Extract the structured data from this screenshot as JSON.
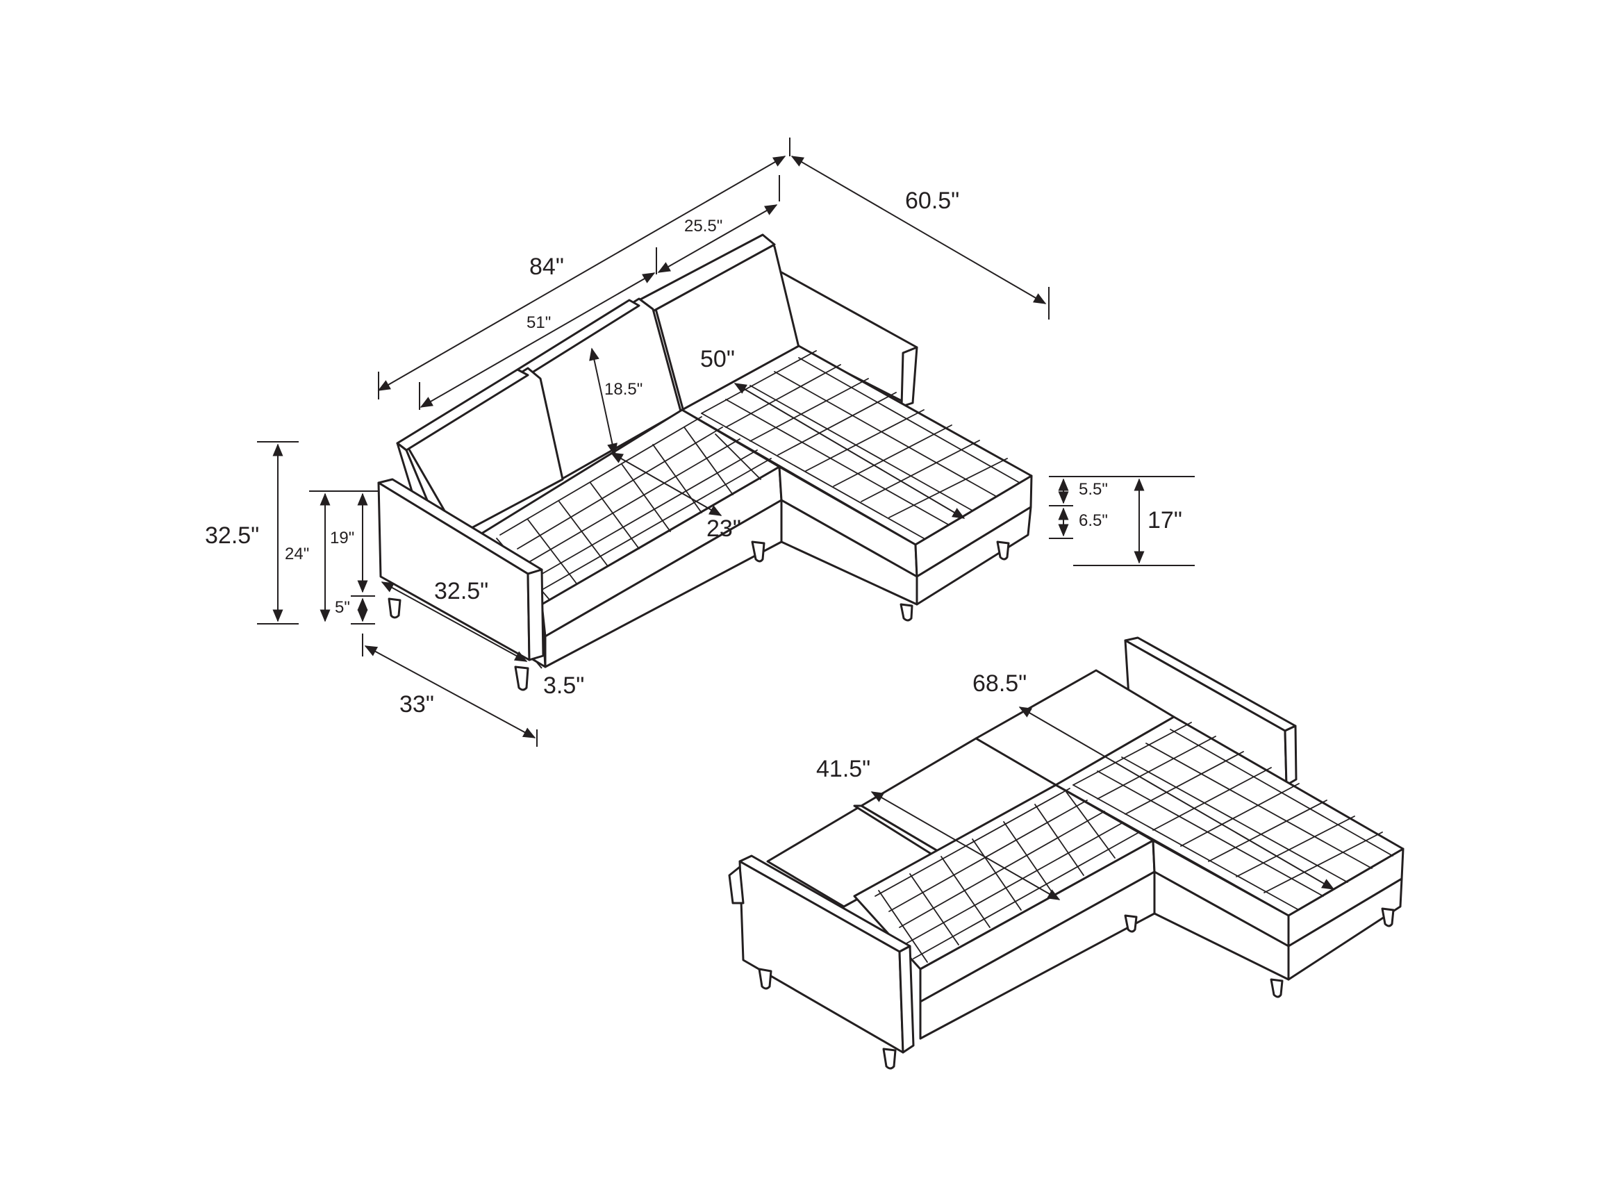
{
  "dimensions": {
    "overall_width": "84\"",
    "chaise_length": "60.5\"",
    "chaise_width": "25.5\"",
    "loveseat_width": "51\"",
    "chaise_seat_length": "50\"",
    "back_height": "18.5\"",
    "seat_depth": "23\"",
    "overall_height": "32.5\"",
    "arm_height": "24\"",
    "seat_height": "19\"",
    "leg_height": "5\"",
    "arm_length": "32.5\"",
    "arm_width": "3.5\"",
    "overall_depth": "33\"",
    "cushion_thickness": "5.5\"",
    "base_height": "6.5\"",
    "chaise_height": "17\"",
    "bed_length": "68.5\"",
    "bed_width": "41.5\""
  }
}
